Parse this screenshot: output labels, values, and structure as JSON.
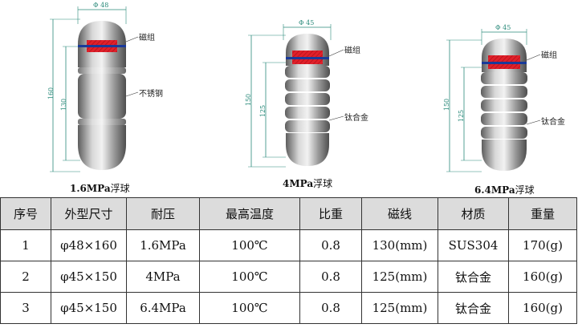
{
  "floats": [
    {
      "caption_bold": "1.6MPa",
      "caption_text": "浮球",
      "label_magnet": "磁组",
      "label_material": "不锈钢",
      "dim_width": "Φ 48",
      "dim_total": "160",
      "dim_inner": "130"
    },
    {
      "caption_bold": "4MPa",
      "caption_text": "浮球",
      "label_magnet": "磁组",
      "label_material": "钛合金",
      "dim_width": "Φ 45",
      "dim_total": "150",
      "dim_inner": "125"
    },
    {
      "caption_bold": "6.4MPa",
      "caption_text": "浮球",
      "label_magnet": "磁组",
      "label_material": "钛合金",
      "dim_width": "Φ 45",
      "dim_total": "150",
      "dim_inner": "125"
    }
  ],
  "table": {
    "headers": [
      "序号",
      "外型尺寸",
      "耐压",
      "最高温度",
      "比重",
      "磁线",
      "材质",
      "重量"
    ],
    "rows": [
      [
        "1",
        "φ48×160",
        "1.6MPa",
        "100℃",
        "0.8",
        "130(mm)",
        "SUS304",
        "170(g)"
      ],
      [
        "2",
        "φ45×150",
        "4MPa",
        "100℃",
        "0.8",
        "125(mm)",
        "钛合金",
        "160(g)"
      ],
      [
        "3",
        "φ45×150",
        "6.4MPa",
        "100℃",
        "0.8",
        "125(mm)",
        "钛合金",
        "160(g)"
      ]
    ]
  },
  "colors": {
    "body_light": "#d9d9d9",
    "body_dark": "#6e6e6e",
    "magnet_red": "#e0202a",
    "magnet_band": "#1a3a9a",
    "dimension_line": "#2a8a7a",
    "header_bg": "#dcdcdc"
  }
}
